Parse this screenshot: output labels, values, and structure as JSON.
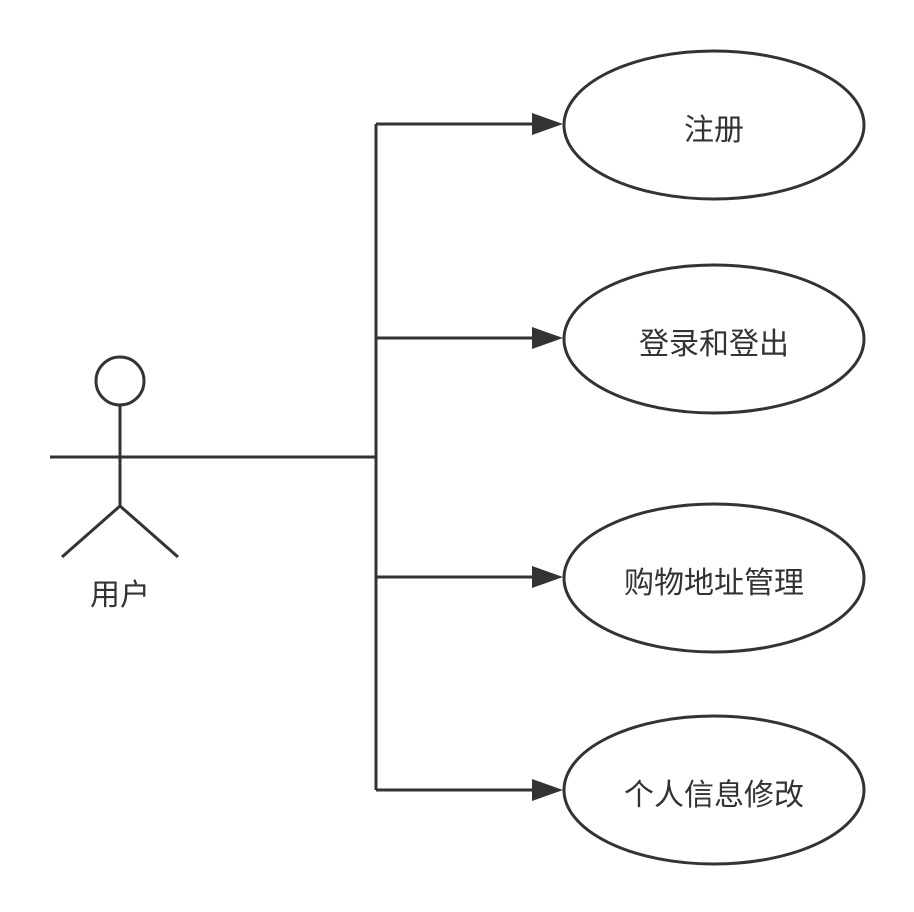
{
  "actor": {
    "label": "用户"
  },
  "use_cases": [
    {
      "label": "注册"
    },
    {
      "label": "登录和登出"
    },
    {
      "label": "购物地址管理"
    },
    {
      "label": "个人信息修改"
    }
  ],
  "colors": {
    "stroke": "#333333",
    "fill": "#ffffff"
  }
}
